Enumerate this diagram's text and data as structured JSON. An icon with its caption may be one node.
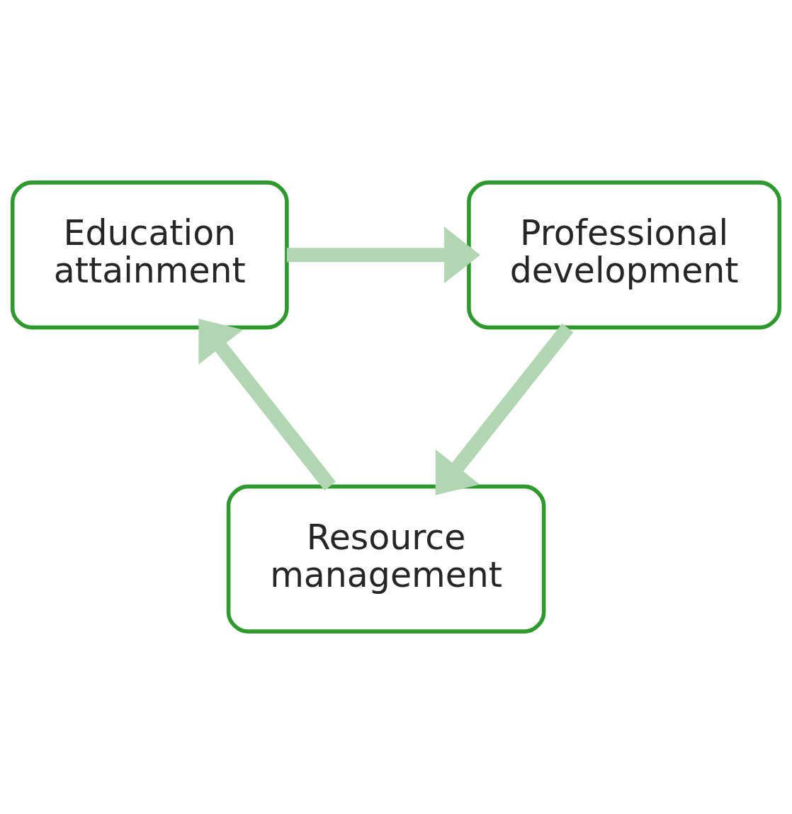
{
  "diagram": {
    "nodes": [
      {
        "text": [
          "Education attainment"
        ]
      },
      {
        "text": [
          "Professional development"
        ]
      },
      {
        "text": [
          "Resource management"
        ]
      }
    ],
    "edges": [
      {
        "from": 0,
        "to": 1,
        "arrow": "to"
      },
      {
        "from": 1,
        "to": 2,
        "arrow": "to"
      },
      {
        "from": 2,
        "to": 0,
        "arrow": "to"
      }
    ]
  }
}
